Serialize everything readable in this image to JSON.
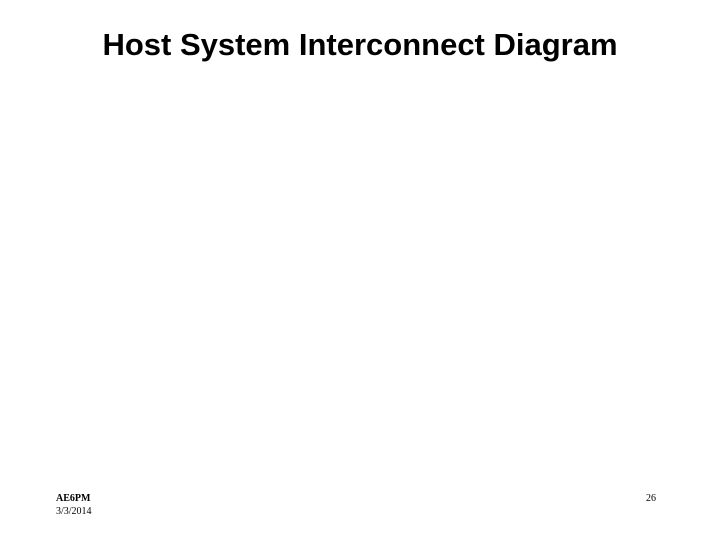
{
  "slide": {
    "title": "Host System Interconnect Diagram",
    "body_content": "",
    "background_color": "#ffffff",
    "text_color": "#000000"
  },
  "footer": {
    "author": "AE6PM",
    "date": "3/3/2014",
    "page_number": "26"
  }
}
